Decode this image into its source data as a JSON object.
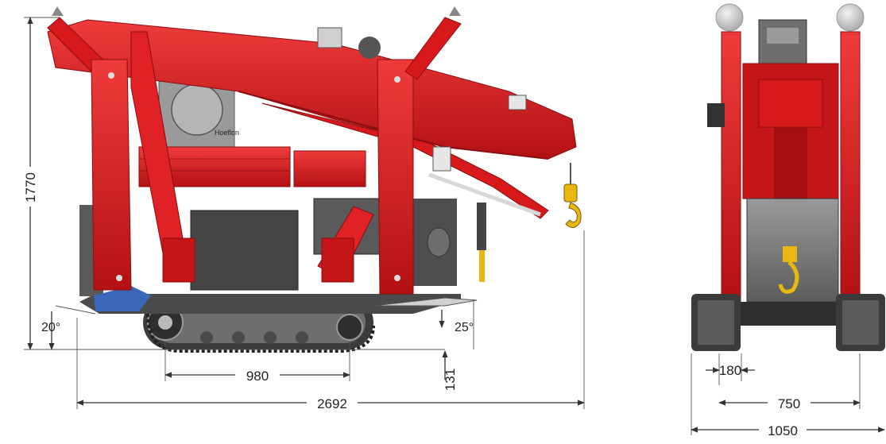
{
  "side_view": {
    "height_label": "1770",
    "track_length_label": "980",
    "overall_length_label": "2692",
    "ground_clearance_label": "131",
    "approach_angle_label": "20°",
    "departure_angle_label": "25°",
    "brand_mark": "Hoeflon"
  },
  "front_view": {
    "track_width_label": "180",
    "inner_width_label": "750",
    "overall_width_label": "1050"
  },
  "colors": {
    "crane_red": "#d8191c",
    "crane_red_dark": "#a50f12",
    "crane_red_light": "#ec3a3a",
    "steel_gray": "#8c8c8c",
    "track_dark": "#3b3b3b",
    "motor_blue": "#3a66b8",
    "hook_yellow": "#e8b712",
    "outrigger_pad": "#c9c9c9"
  }
}
